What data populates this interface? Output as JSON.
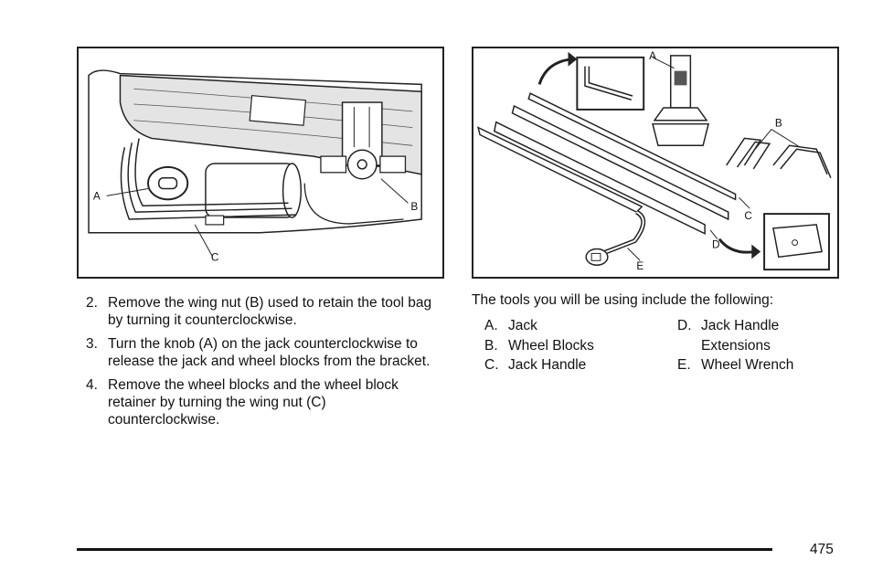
{
  "figures": {
    "left": {
      "callouts": [
        "A",
        "B",
        "C"
      ]
    },
    "right": {
      "callouts": [
        "A",
        "B",
        "C",
        "D",
        "E"
      ]
    }
  },
  "steps": [
    {
      "number": "2.",
      "text": "Remove the wing nut (B) used to retain the tool bag by turning it counterclockwise."
    },
    {
      "number": "3.",
      "text": "Turn the knob (A) on the jack counterclockwise to release the jack and wheel blocks from the bracket."
    },
    {
      "number": "4.",
      "text": "Remove the wheel blocks and the wheel block retainer by turning the wing nut (C) counterclockwise."
    }
  ],
  "intro": "The tools you will be using include the following:",
  "tools_left": [
    {
      "letter": "A.",
      "name": "Jack"
    },
    {
      "letter": "B.",
      "name": "Wheel Blocks"
    },
    {
      "letter": "C.",
      "name": "Jack Handle"
    }
  ],
  "tools_right": [
    {
      "letter": "D.",
      "name": "Jack Handle Extensions"
    },
    {
      "letter": "E.",
      "name": "Wheel Wrench"
    }
  ],
  "page_number": "475"
}
